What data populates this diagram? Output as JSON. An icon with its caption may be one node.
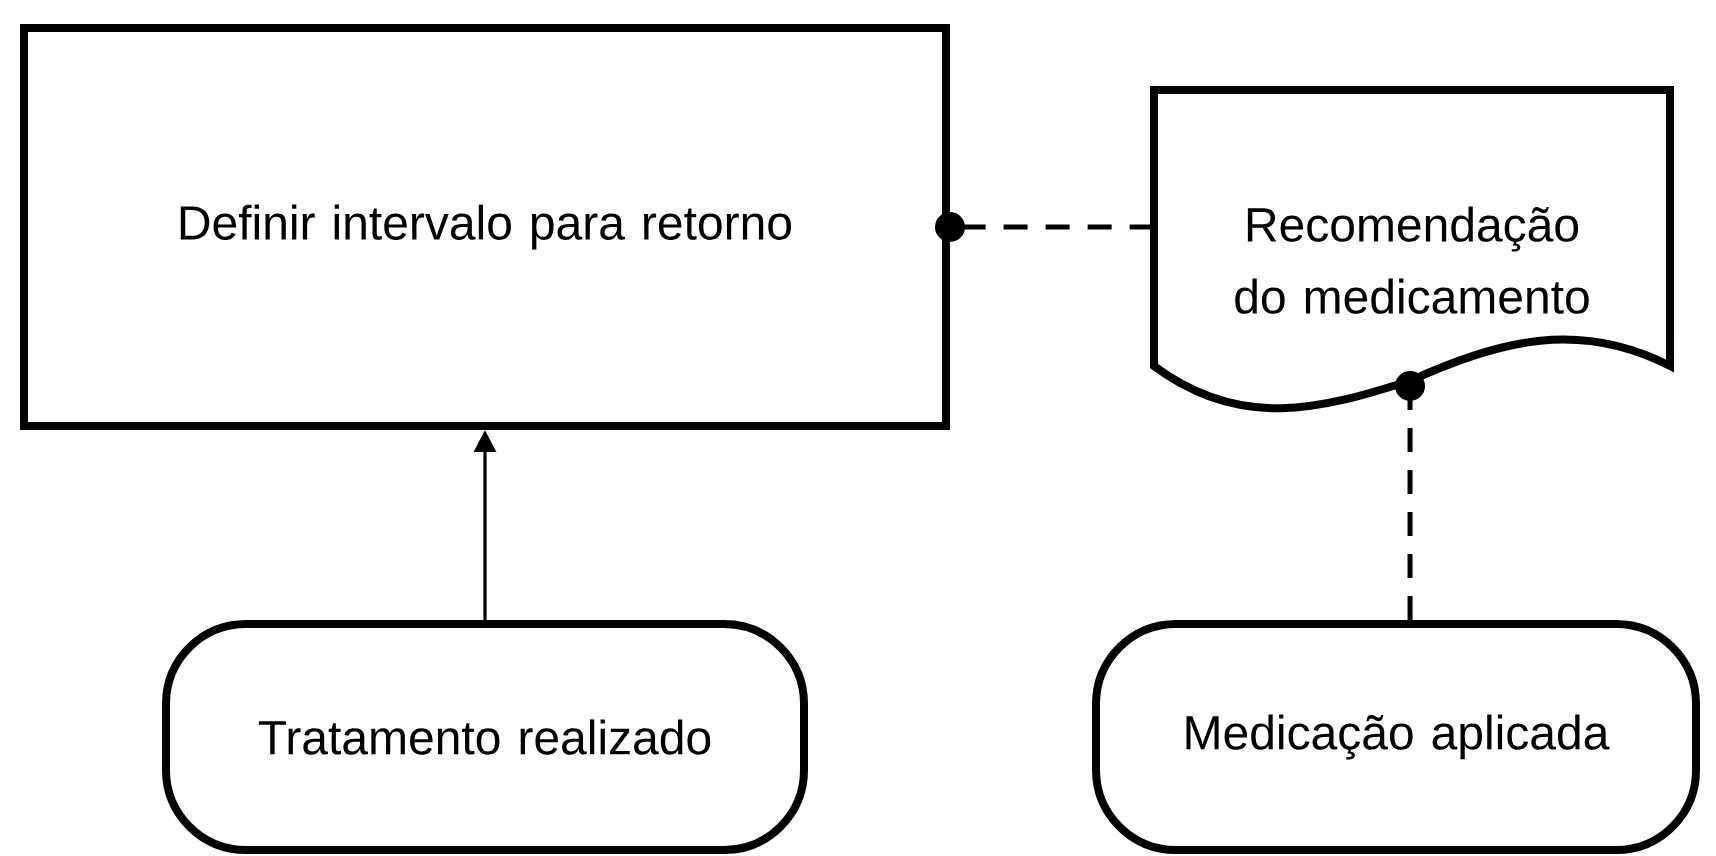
{
  "diagram": {
    "nodes": [
      {
        "text": [
          "Definir intervalo para retorno"
        ]
      },
      {
        "text": [
          "Recomendação do medicamento"
        ]
      },
      {
        "text": [
          "Tratamento realizado"
        ]
      },
      {
        "text": [
          "Medicação aplicada"
        ]
      }
    ],
    "edges": [
      {
        "from": 2,
        "to": 0,
        "arrow": "to"
      },
      {
        "from": 1,
        "to": 0,
        "arrow": "other",
        "style": "dashed"
      },
      {
        "from": 3,
        "to": 1,
        "arrow": "other",
        "style": "dashed"
      }
    ]
  }
}
